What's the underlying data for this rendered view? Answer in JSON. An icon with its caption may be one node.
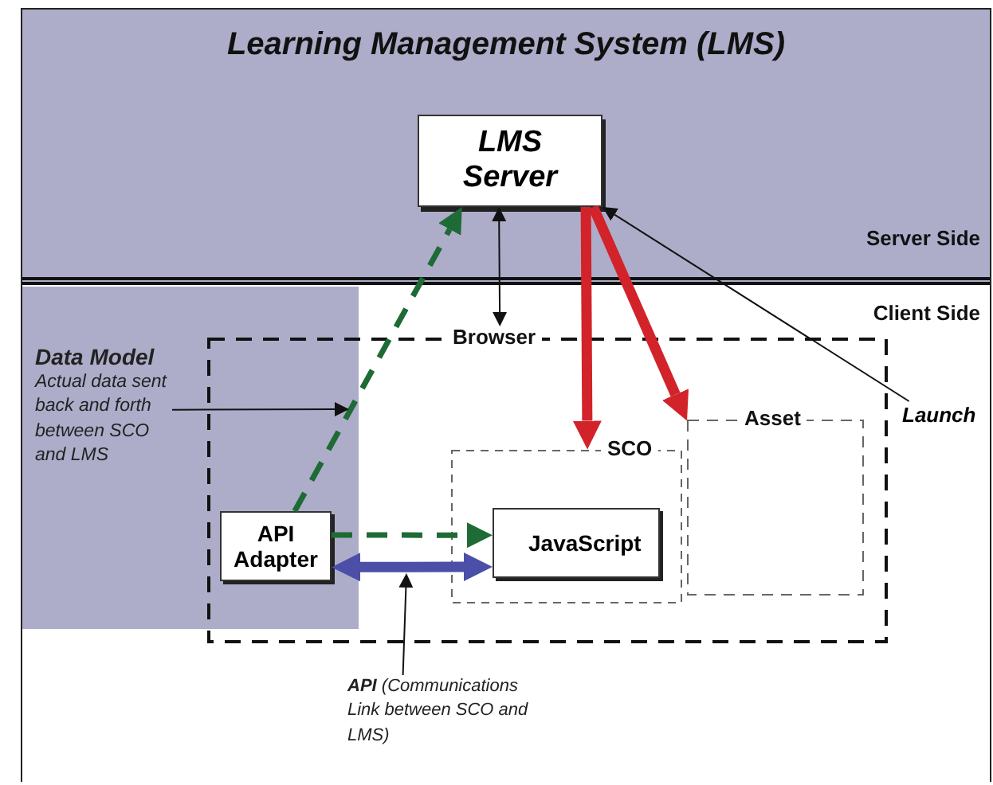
{
  "diagram": {
    "title": "Learning Management System (LMS)",
    "nodes": [
      {
        "text": [
          "Server Side"
        ]
      },
      {
        "text": [
          "LMS Server"
        ],
        "in": 0
      },
      {
        "text": [
          "Client Side"
        ]
      },
      {
        "text": [
          "Browser"
        ],
        "in": 2
      },
      {
        "text": [
          "SCO"
        ],
        "in": 3
      },
      {
        "text": [
          "JavaScript"
        ],
        "in": 4
      },
      {
        "text": [
          "Asset"
        ],
        "in": 3
      },
      {
        "text": [
          "API Adapter"
        ],
        "in": 3
      },
      {
        "text": [
          "Data Model",
          "Actual data sent back and forth between SCO and LMS"
        ],
        "in": 2
      },
      {
        "text": [
          "Launch"
        ],
        "in": 2
      },
      {
        "text": [
          "**API** (Communications Link between SCO and LMS)"
        ],
        "in": 2
      }
    ],
    "edges": [
      {
        "from": 7,
        "to": 1,
        "arrow": "to",
        "style": "dashed",
        "color": "#1e6b35"
      },
      {
        "from": 1,
        "to": 3,
        "arrow": "both"
      },
      {
        "from": 1,
        "to": 4,
        "arrow": "to",
        "style": "thick",
        "color": "#d2232a"
      },
      {
        "from": 1,
        "to": 6,
        "arrow": "to",
        "style": "thick",
        "color": "#d2232a"
      },
      {
        "from": 7,
        "to": 5,
        "arrow": "to",
        "style": "dashed",
        "color": "#1e6b35"
      },
      {
        "from": 7,
        "to": 5,
        "arrow": "both",
        "style": "thick",
        "color": "#4b4fa8"
      },
      {
        "from": 8,
        "to": null,
        "arrow": "to"
      },
      {
        "from": 9,
        "to": 1,
        "arrow": "to"
      },
      {
        "from": 10,
        "to": null,
        "arrow": "to"
      }
    ]
  }
}
